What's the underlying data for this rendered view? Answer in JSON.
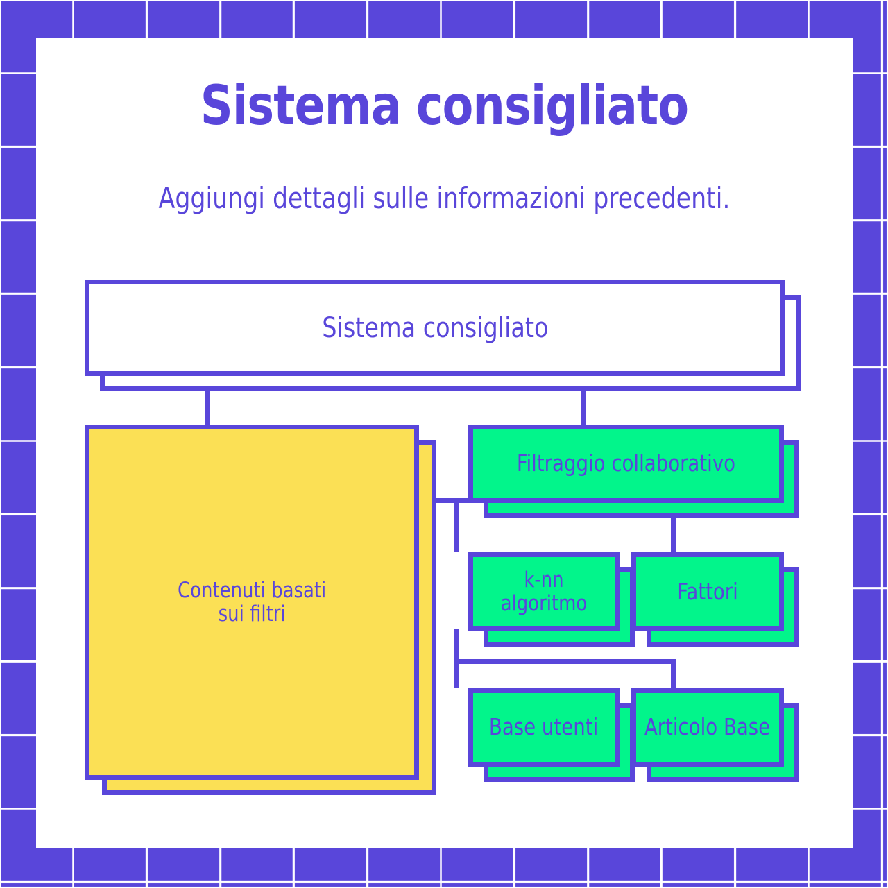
{
  "page": {
    "title": "Sistema consigliato",
    "subtitle": "Aggiungi dettagli sulle informazioni precedenti."
  },
  "colors": {
    "purple": "#5946DA",
    "green": "#02F58B",
    "yellow": "#FBE055",
    "white": "#FFFFFF"
  },
  "diagram": {
    "root": {
      "label": "Sistema consigliato"
    },
    "branches": {
      "content_based": {
        "label": "Contenuti basati\nsui filtri"
      },
      "collaborative": {
        "label": "Filtraggio collaborativo"
      }
    },
    "collaborative_children": [
      {
        "label": "k-nn\nalgoritmo"
      },
      {
        "label": "Fattori"
      }
    ],
    "knn_children": [
      {
        "label": "Base utenti"
      },
      {
        "label": "Articolo Base"
      }
    ]
  }
}
